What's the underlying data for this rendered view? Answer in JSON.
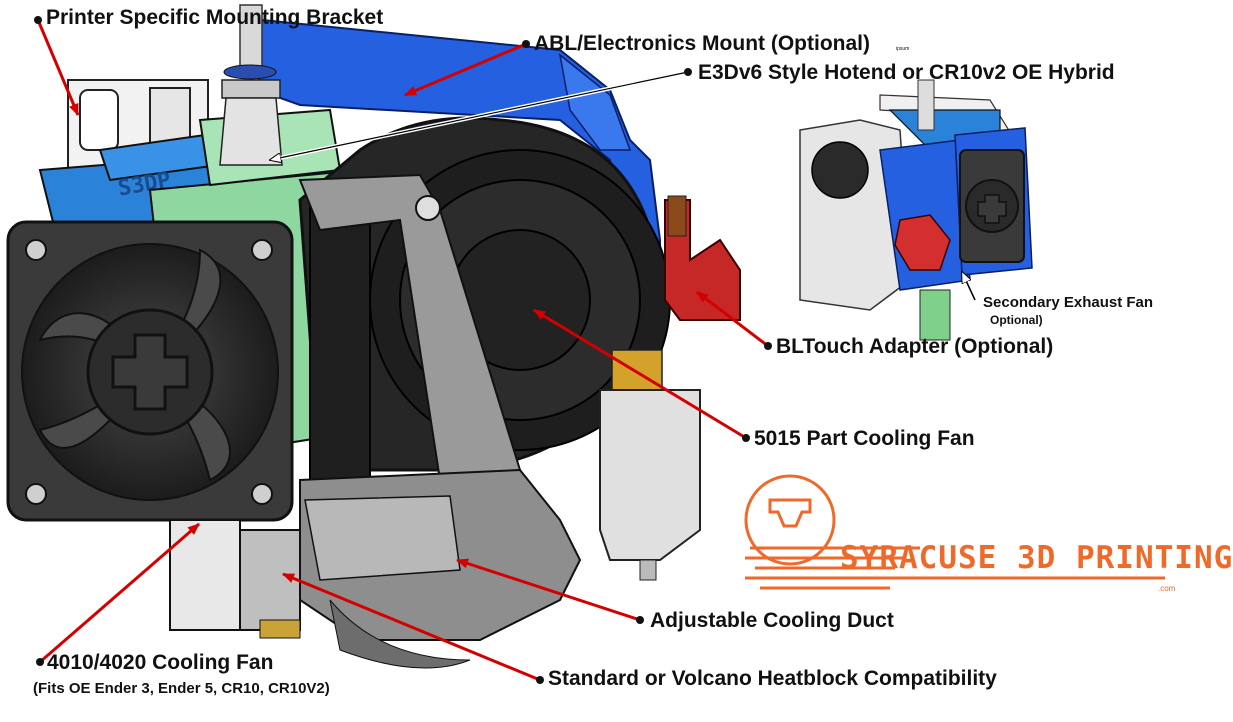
{
  "labels": {
    "mounting_bracket": "Printer Specific Mounting Bracket",
    "abl_mount": "ABL/Electronics Mount (Optional)",
    "abl_tag": "ipsum",
    "hotend": "E3Dv6 Style Hotend or CR10v2 OE Hybrid",
    "secondary_fan": "Secondary Exhaust Fan",
    "secondary_fan_note": "Optional)",
    "bltouch": "BLTouch Adapter (Optional)",
    "part_fan": "5015 Part Cooling Fan",
    "cooling_duct": "Adjustable Cooling Duct",
    "cooling_fan": "4010/4020 Cooling Fan",
    "cooling_fan_fits": "(Fits OE Ender 3, Ender 5, CR10, CR10V2)",
    "heatblock": "Standard or Volcano Heatblock Compatibility"
  },
  "bracket_stamp": "S3DP",
  "logo": {
    "name": "SYRACUSE 3D PRINTING",
    "suffix": ".com"
  },
  "colors": {
    "arrow": "#d40000",
    "blue_part": "#1f5fd8",
    "mount_blue": "#2a6ef0",
    "green_part": "#8fd7a0",
    "fan_black": "#2a2a2a",
    "logo_orange": "#ef6a2a"
  }
}
